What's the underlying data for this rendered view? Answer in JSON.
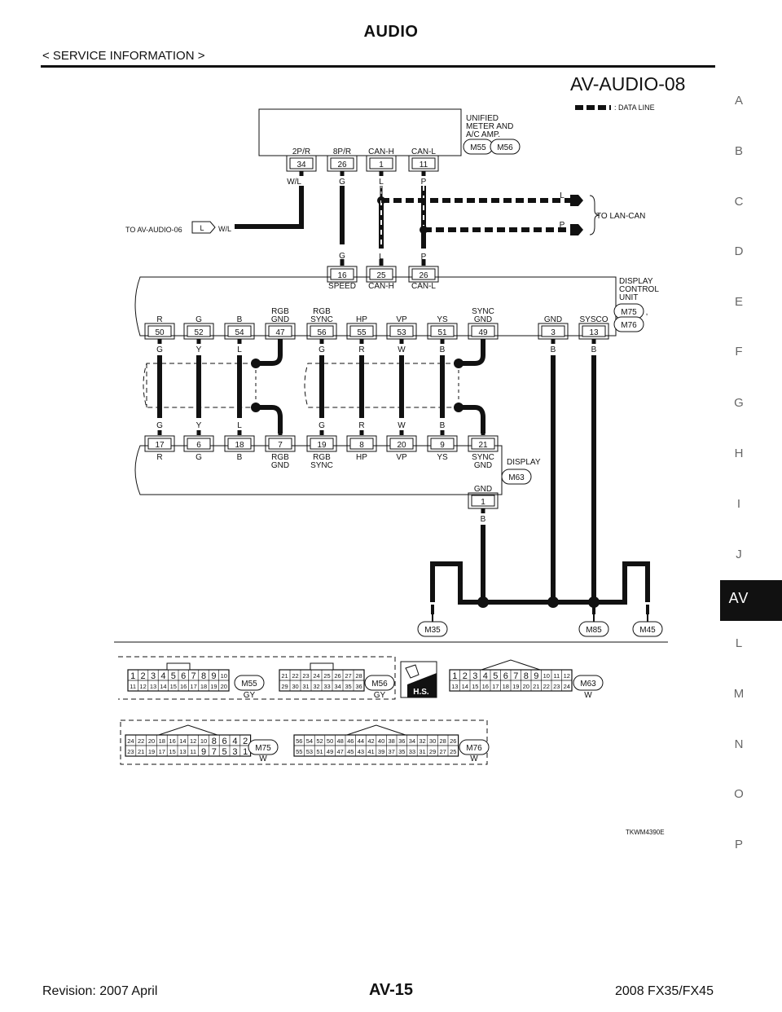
{
  "header": {
    "title": "AUDIO",
    "subtitle": "< SERVICE INFORMATION >"
  },
  "diagram_code": "AV-AUDIO-08",
  "legend": {
    "data_line": ": DATA LINE"
  },
  "side_index": [
    "A",
    "B",
    "C",
    "D",
    "E",
    "F",
    "G",
    "H",
    "I",
    "J",
    "AV",
    "L",
    "M",
    "N",
    "O",
    "P"
  ],
  "active_tab": "AV",
  "meter": {
    "name_lines": [
      "UNIFIED",
      "METER AND",
      "A/C AMP."
    ],
    "connectors": [
      "M55",
      "M56"
    ],
    "sep": ","
  },
  "meter_pins": [
    {
      "func": "2P/R",
      "num": "34",
      "wire": "W/L"
    },
    {
      "func": "8P/R",
      "num": "26",
      "wire": "G"
    },
    {
      "func": "CAN-H",
      "num": "1",
      "wire": "L"
    },
    {
      "func": "CAN-L",
      "num": "11",
      "wire": "P"
    }
  ],
  "to_av06": {
    "text": "TO AV-AUDIO-06",
    "letter": "L",
    "wire": "W/L"
  },
  "to_lan": {
    "text": "TO LAN-CAN",
    "l": "L",
    "p": "P"
  },
  "dcu": {
    "name_lines": [
      "DISPLAY",
      "CONTROL",
      "UNIT"
    ],
    "connectors": [
      "M75",
      "M76"
    ],
    "sep": ","
  },
  "dcu_top_pins": [
    {
      "wire": "G",
      "num": "16",
      "func": "SPEED"
    },
    {
      "wire": "L",
      "num": "25",
      "func": "CAN-H"
    },
    {
      "wire": "P",
      "num": "26",
      "func": "CAN-L"
    }
  ],
  "dcu_bottom_pins": [
    {
      "func": [
        "R"
      ],
      "num": "50",
      "wire": "G"
    },
    {
      "func": [
        "G"
      ],
      "num": "52",
      "wire": "Y"
    },
    {
      "func": [
        "B"
      ],
      "num": "54",
      "wire": "L"
    },
    {
      "func": [
        "RGB",
        "GND"
      ],
      "num": "47",
      "wire": ""
    },
    {
      "func": [
        "RGB",
        "SYNC"
      ],
      "num": "56",
      "wire": "G"
    },
    {
      "func": [
        "HP"
      ],
      "num": "55",
      "wire": "R"
    },
    {
      "func": [
        "VP"
      ],
      "num": "53",
      "wire": "W"
    },
    {
      "func": [
        "YS"
      ],
      "num": "51",
      "wire": "B"
    },
    {
      "func": [
        "SYNC",
        "GND"
      ],
      "num": "49",
      "wire": ""
    },
    {
      "func": [
        "GND"
      ],
      "num": "3",
      "wire": "B"
    },
    {
      "func": [
        "SYSCO"
      ],
      "num": "13",
      "wire": "B"
    }
  ],
  "display_pins": [
    {
      "wire": "G",
      "num": "17",
      "func": [
        "R"
      ]
    },
    {
      "wire": "Y",
      "num": "6",
      "func": [
        "G"
      ]
    },
    {
      "wire": "L",
      "num": "18",
      "func": [
        "B"
      ]
    },
    {
      "wire": "",
      "num": "7",
      "func": [
        "RGB",
        "GND"
      ]
    },
    {
      "wire": "G",
      "num": "19",
      "func": [
        "RGB",
        "SYNC"
      ]
    },
    {
      "wire": "R",
      "num": "8",
      "func": [
        "HP"
      ]
    },
    {
      "wire": "W",
      "num": "20",
      "func": [
        "VP"
      ]
    },
    {
      "wire": "B",
      "num": "9",
      "func": [
        "YS"
      ]
    },
    {
      "wire": "",
      "num": "21",
      "func": [
        "SYNC",
        "GND"
      ]
    }
  ],
  "display": {
    "name": "DISPLAY",
    "connector": "M63",
    "gnd_func": "GND",
    "gnd_num": "1",
    "gnd_wire": "B"
  },
  "grounds": {
    "b": "B",
    "g1": "M35",
    "g2": "M85",
    "g3": "M45"
  },
  "connectors_face": [
    {
      "id": "M55",
      "color": "GY",
      "rows": [
        [
          "1",
          "2",
          "3",
          "4",
          "5",
          "6",
          "7",
          "8",
          "9",
          "10"
        ],
        [
          "11",
          "12",
          "13",
          "14",
          "15",
          "16",
          "17",
          "18",
          "19",
          "20"
        ]
      ]
    },
    {
      "id": "M56",
      "color": "GY",
      "rows": [
        [
          "21",
          "22",
          "23",
          "24",
          "25",
          "26",
          "27",
          "28"
        ],
        [
          "29",
          "30",
          "31",
          "32",
          "33",
          "34",
          "35",
          "36"
        ]
      ]
    },
    {
      "id": "M63",
      "color": "W",
      "rows": [
        [
          "1",
          "2",
          "3",
          "4",
          "5",
          "6",
          "7",
          "8",
          "9",
          "10",
          "11",
          "12"
        ],
        [
          "13",
          "14",
          "15",
          "16",
          "17",
          "18",
          "19",
          "20",
          "21",
          "22",
          "23",
          "24"
        ]
      ]
    },
    {
      "id": "M75",
      "color": "W",
      "rows": [
        [
          "24",
          "22",
          "20",
          "18",
          "16",
          "14",
          "12",
          "10",
          "8",
          "6",
          "4",
          "2"
        ],
        [
          "23",
          "21",
          "19",
          "17",
          "15",
          "13",
          "11",
          "9",
          "7",
          "5",
          "3",
          "1"
        ]
      ]
    },
    {
      "id": "M76",
      "color": "W",
      "rows": [
        [
          "56",
          "54",
          "52",
          "50",
          "48",
          "46",
          "44",
          "42",
          "40",
          "38",
          "36",
          "34",
          "32",
          "30",
          "28",
          "26"
        ],
        [
          "55",
          "53",
          "51",
          "49",
          "47",
          "45",
          "43",
          "41",
          "39",
          "37",
          "35",
          "33",
          "31",
          "29",
          "27",
          "25"
        ]
      ]
    }
  ],
  "hs_label": "H.S.",
  "figure_code": "TKWM4390E",
  "footer": {
    "revision": "Revision: 2007 April",
    "page": "AV-15",
    "model": "2008 FX35/FX45"
  }
}
